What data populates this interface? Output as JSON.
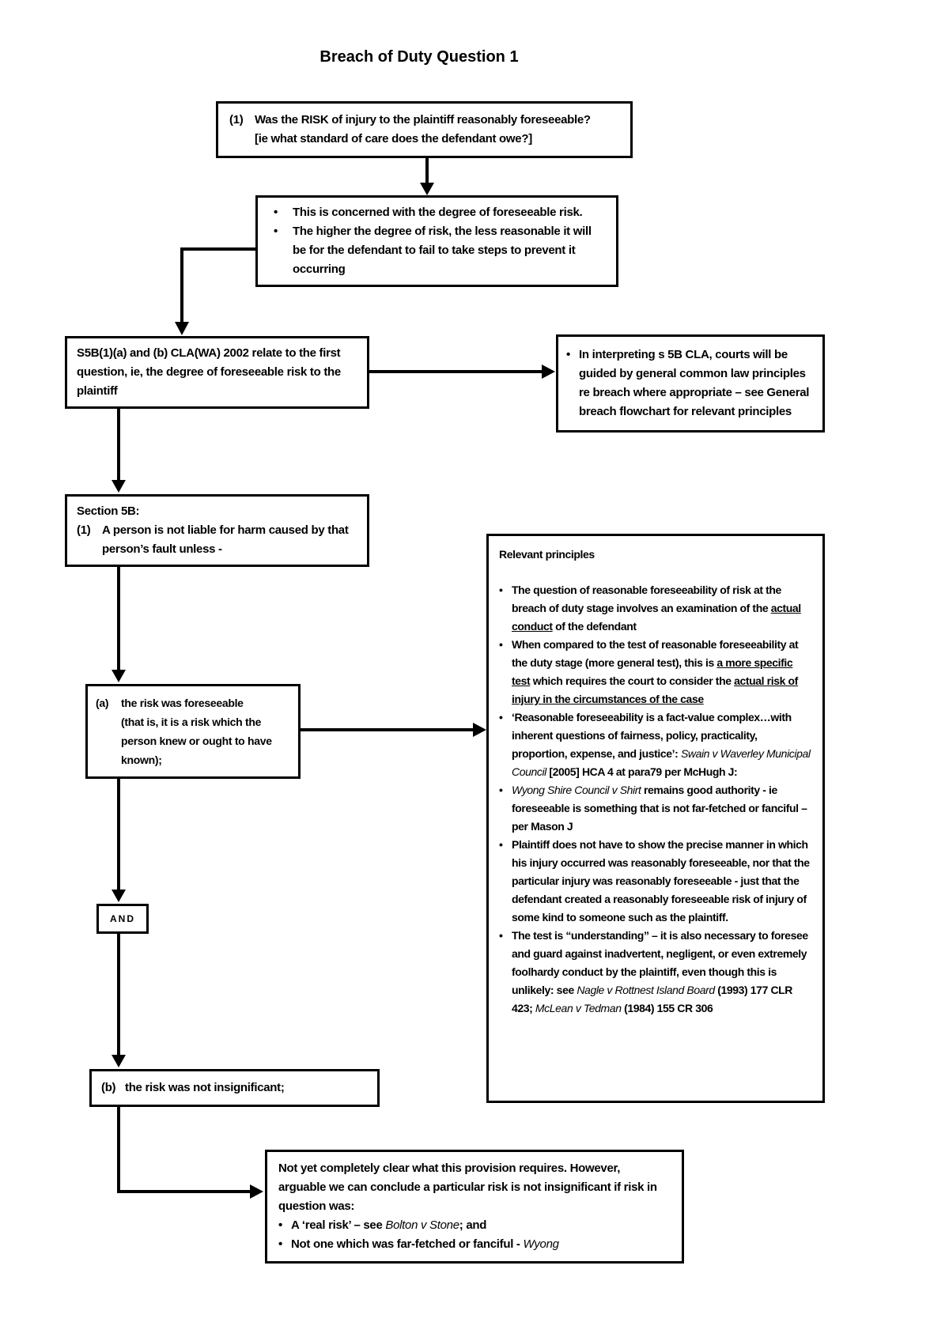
{
  "title": "Breach of Duty Question 1",
  "glyphs": {
    "bullet": "•"
  },
  "q1": {
    "marker": "(1)",
    "line1": "Was the RISK of injury to the plaintiff reasonably foreseeable?",
    "line2": "[ie what standard of care does the defendant owe?]"
  },
  "degree": {
    "bullets": [
      "This is concerned with the degree of foreseeable risk.",
      "The higher the degree of risk, the less reasonable it will be for the defendant to fail to take steps to prevent it occurring"
    ]
  },
  "s5b_intro": {
    "text": "S5B(1)(a) and (b) CLA(WA) 2002 relate to the first question, ie, the degree of foreseeable risk to the plaintiff"
  },
  "interpreting": {
    "bullet": "In interpreting s 5B CLA, courts will be guided by general common law principles re breach where appropriate – see General breach flowchart for relevant principles"
  },
  "section5b": {
    "heading": "Section 5B:",
    "marker": "(1)",
    "text": "A person is not liable for harm caused by that person’s fault unless -"
  },
  "risk_foreseeable": {
    "marker": "(a)",
    "line1": "the risk was foreseeable",
    "rest": "(that is, it is a risk which the person knew or ought to have known);"
  },
  "and_label": "AND",
  "risk_not_insignificant": {
    "marker": "(b)",
    "text": "the risk was not insignificant;"
  },
  "principles": {
    "heading": "Relevant principles",
    "bullets": [
      {
        "segments": [
          {
            "t": "The question of reasonable foreseeability of risk at the breach of duty stage involves an examination of the "
          },
          {
            "t": "actual conduct",
            "u": true
          },
          {
            "t": " of the defendant"
          }
        ]
      },
      {
        "segments": [
          {
            "t": "When compared to the test of reasonable foreseeability at the duty stage (more general test), this is "
          },
          {
            "t": "a more specific test",
            "u": true
          },
          {
            "t": " which requires the court to consider the "
          },
          {
            "t": "actual risk of injury in the circumstances of the case",
            "u": true
          }
        ]
      },
      {
        "segments": [
          {
            "t": "‘Reasonable foreseeability is a fact-value complex…with inherent questions of fairness, policy, practicality, proportion, expense, and justice’: "
          },
          {
            "t": "Swain v Waverley Municipal Council",
            "i": true
          },
          {
            "t": " [2005] HCA 4 at para79 per McHugh J:"
          }
        ]
      },
      {
        "segments": [
          {
            "t": "Wyong Shire Council v Shirt",
            "i": true
          },
          {
            "t": " remains good authority - ie foreseeable is something that is not far-fetched or fanciful – per Mason J"
          }
        ]
      },
      {
        "segments": [
          {
            "t": "Plaintiff does not have to show the precise manner in which his injury occurred was reasonably foreseeable, nor that the particular injury was reasonably foreseeable - just that the defendant created a reasonably foreseeable risk of injury of some kind to someone such as the plaintiff."
          }
        ]
      },
      {
        "segments": [
          {
            "t": "The test is “understanding” – it is also necessary to foresee and guard against inadvertent, negligent, or even extremely foolhardy conduct by the plaintiff, even though this is unlikely: see "
          },
          {
            "t": "Nagle v Rottnest Island Board",
            "i": true
          },
          {
            "t": " (1993) 177 CLR 423; "
          },
          {
            "t": "McLean v Tedman",
            "i": true
          },
          {
            "t": " (1984) 155 CR 306"
          }
        ]
      }
    ]
  },
  "not_insignificant_note": {
    "intro": "Not yet completely clear what this provision requires. However, arguable we can conclude a particular risk is not insignificant if risk in question was:",
    "bullets": [
      {
        "segments": [
          {
            "t": "A ‘real risk’ – see "
          },
          {
            "t": "Bolton v Stone",
            "i": true
          },
          {
            "t": "; and"
          }
        ]
      },
      {
        "segments": [
          {
            "t": "Not one which was far-fetched or fanciful - "
          },
          {
            "t": "Wyong",
            "i": true
          }
        ]
      }
    ]
  }
}
